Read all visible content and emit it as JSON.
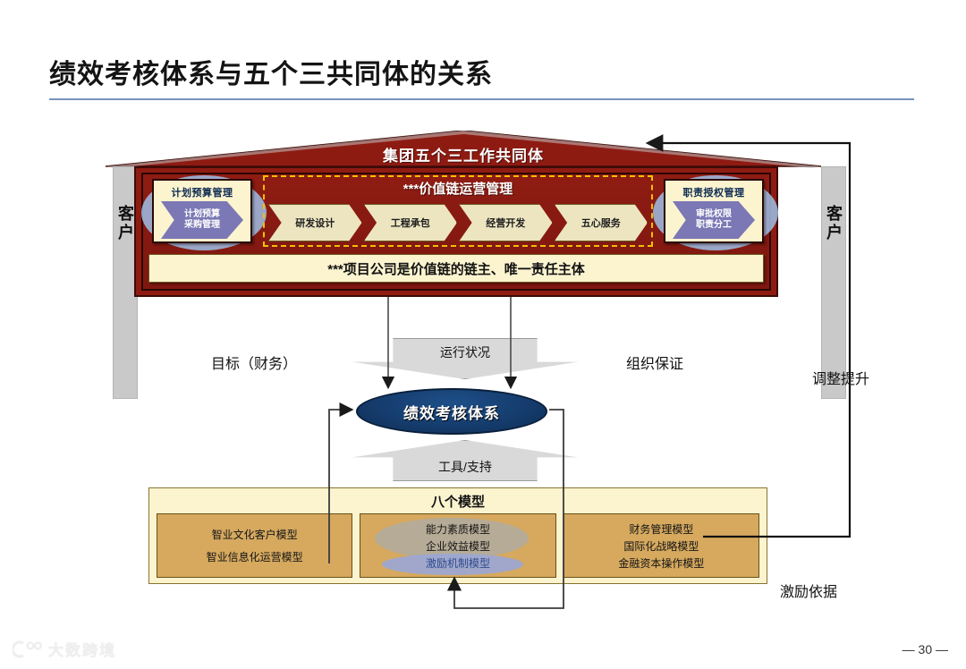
{
  "slide": {
    "title": "绩效考核体系与五个三共同体的关系",
    "page_number": "— 30 —",
    "watermark": "大数跨境",
    "accent_rule_color": "#4a6fa5"
  },
  "house": {
    "roof_label": "集团五个三工作共同体",
    "roof_color": "#8e1b12",
    "body_color": "#8e1b12",
    "pillars": [
      {
        "name": "客户"
      },
      {
        "name": "客户"
      }
    ],
    "left_box": {
      "title": "计划预算管理",
      "chevron_line1": "计划预算",
      "chevron_line2": "采购管理"
    },
    "right_box": {
      "title": "职责授权管理",
      "chevron_line1": "审批权限",
      "chevron_line2": "职责分工"
    },
    "value_chain": {
      "title": "***价值链运营管理",
      "steps": [
        "研发设计",
        "工程承包",
        "经营开发",
        "五心服务"
      ]
    },
    "banner": "***项目公司是价值链的链主、唯一责任主体"
  },
  "middle": {
    "goal_label": "目标（财务）",
    "org_label": "组织保证",
    "adjust_label": "调整提升",
    "incentive_label": "激励依据",
    "arrow_down_label": "运行状况",
    "arrow_up_label": "工具/支持",
    "center_oval": "绩效考核体系",
    "oval_color": "#123663"
  },
  "models": {
    "title": "八个模型",
    "columns": [
      {
        "name": "left",
        "items": [
          "智业文化客户模型",
          "智业信息化运营模型"
        ]
      },
      {
        "name": "middle",
        "items": [
          "能力素质模型",
          "企业效益模型",
          "激励机制模型"
        ]
      },
      {
        "name": "right",
        "items": [
          "财务管理模型",
          "国际化战略模型",
          "金融资本操作模型"
        ]
      }
    ]
  }
}
